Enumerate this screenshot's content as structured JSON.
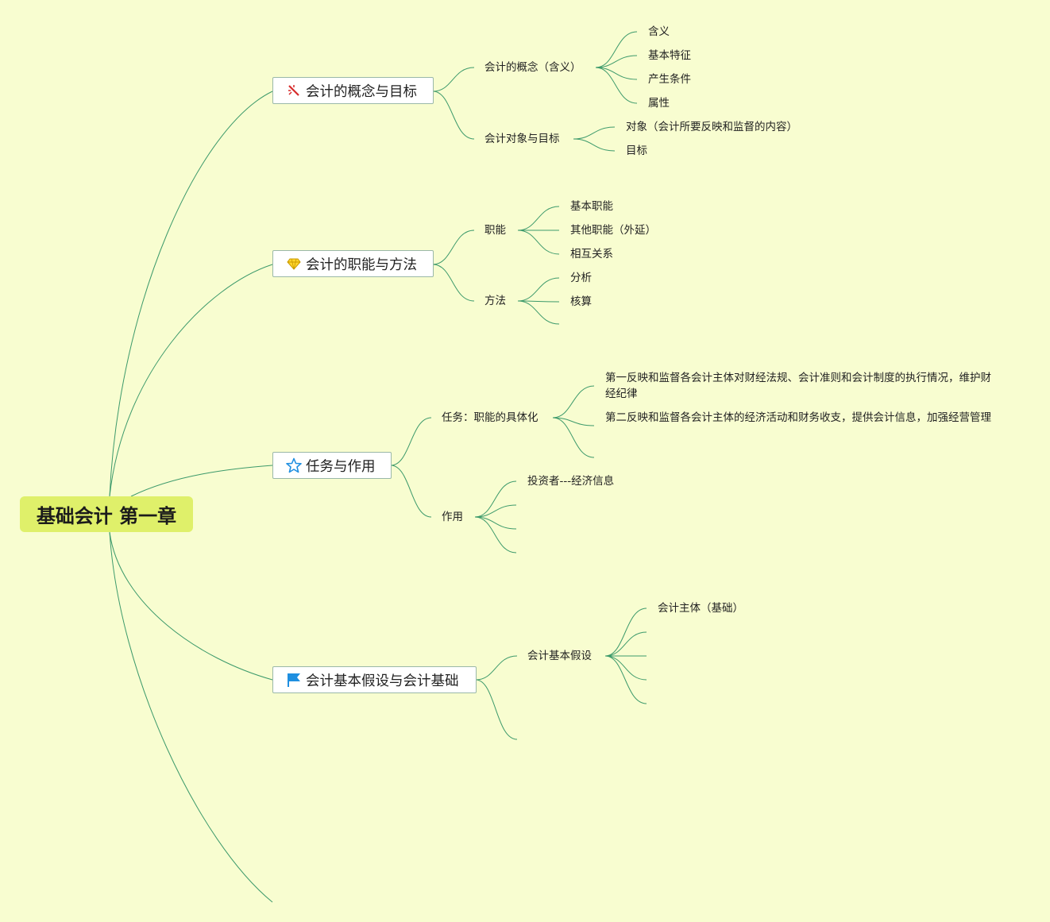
{
  "root": {
    "label": "基础会计 第一章"
  },
  "topics": [
    {
      "label": "会计的概念与目标",
      "icon": "magic-wand-icon",
      "children": [
        {
          "label": "会计的概念（含义）",
          "children": [
            "含义",
            "基本特征",
            "产生条件",
            "属性"
          ]
        },
        {
          "label": "会计对象与目标",
          "children": [
            "对象（会计所要反映和监督的内容）",
            "目标"
          ]
        }
      ]
    },
    {
      "label": "会计的职能与方法",
      "icon": "diamond-icon",
      "children": [
        {
          "label": "职能",
          "children": [
            "基本职能",
            "其他职能（外延）",
            "相互关系"
          ]
        },
        {
          "label": "方法",
          "children": [
            "分析",
            "核算",
            ""
          ]
        }
      ]
    },
    {
      "label": "任务与作用",
      "icon": "star-icon",
      "children": [
        {
          "label": "任务：职能的具体化",
          "children": [
            "第一反映和监督各会计主体对财经法规、会计准则和会计制度的执行情况，维护财经纪律",
            "第二反映和监督各会计主体的经济活动和财务收支，提供会计信息，加强经营管理",
            ""
          ]
        },
        {
          "label": "作用",
          "children": [
            "投资者---经济信息",
            "",
            "",
            ""
          ]
        }
      ]
    },
    {
      "label": "会计基本假设与会计基础",
      "icon": "flag-icon",
      "children": [
        {
          "label": "会计基本假设",
          "children": [
            "会计主体（基础）",
            "",
            "",
            "",
            ""
          ]
        },
        {
          "label": "",
          "children": []
        }
      ]
    },
    {
      "label": "",
      "icon": "",
      "children": []
    }
  ],
  "colors": {
    "background": "#f8fdd0",
    "root": "#dff06a",
    "line": "#3d9a6b"
  }
}
